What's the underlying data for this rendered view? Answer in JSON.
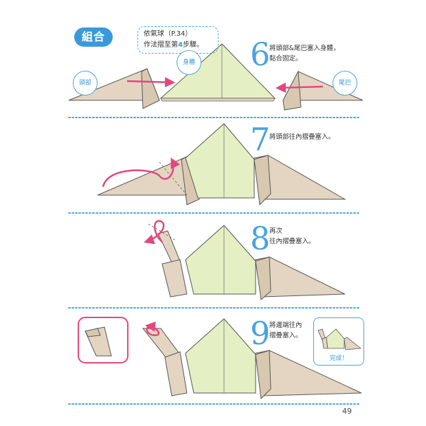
{
  "section_title": "組合",
  "reference_note": {
    "line1": "依氣球（P.34）",
    "line2_prefix": "作法摺至第",
    "line2_highlight": "4",
    "line2_suffix": "步驟。"
  },
  "part_tags": {
    "head": "頭部",
    "body": "身體",
    "tail": "尾巴"
  },
  "steps": [
    {
      "number": "6",
      "line1": "將頭部&尾巴塞入身體，",
      "line2": "黏合固定。"
    },
    {
      "number": "7",
      "line1": "將頭部往內摺疊塞入。",
      "line2": ""
    },
    {
      "number": "8",
      "line1": "再次",
      "line2": "往內摺疊塞入。"
    },
    {
      "number": "9",
      "line1": "將邊端往內",
      "line2": "摺疊塞入。"
    }
  ],
  "completed_label": "完成！",
  "page_number": "49",
  "colors": {
    "accent_blue": "#3a9ad9",
    "arrow_pink": "#e6457f",
    "paper_beige": "#e3d5c1",
    "paper_green": "#e5efc4",
    "outline": "#555555"
  }
}
